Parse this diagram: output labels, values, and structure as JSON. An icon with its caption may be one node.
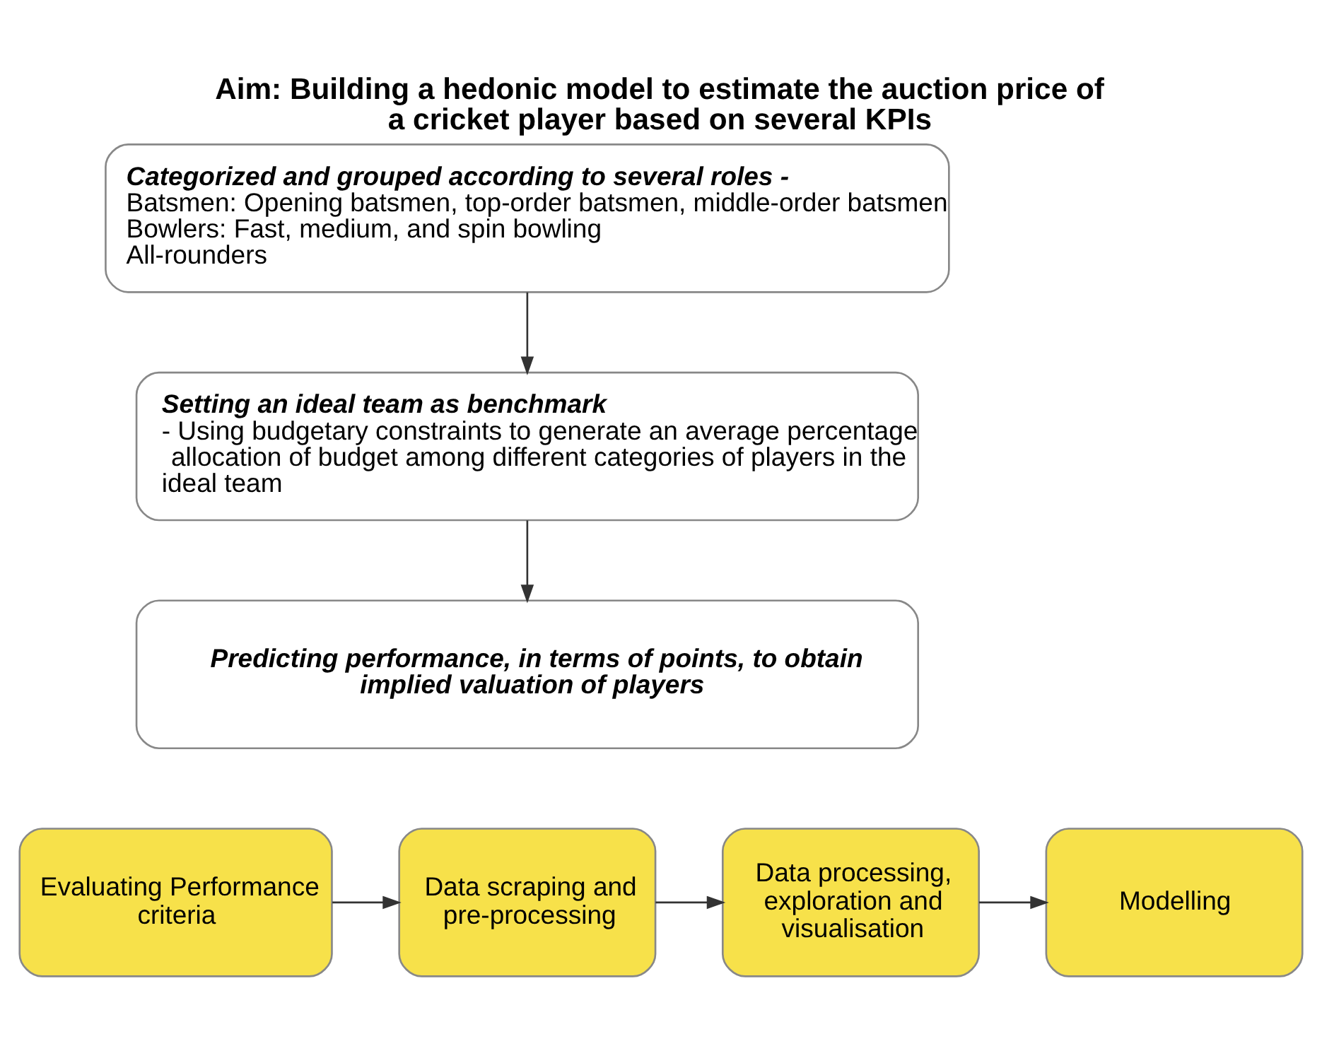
{
  "diagram": {
    "title": "Aim: Building a hedonic model to estimate the auction price of a cricket player based on several KPIs",
    "nodes": [
      {
        "text": [
          "Categorized and grouped according to several roles -",
          "Batsmen: Opening batsmen, top-order batsmen, middle-order batsmen",
          "Bowlers: Fast, medium, and spin bowling",
          "All-rounders"
        ]
      },
      {
        "text": [
          "Setting an ideal team as benchmark",
          "- Using budgetary constraints to generate an average percentage allocation of budget among different categories of players in the ideal team"
        ]
      },
      {
        "text": [
          "Predicting performance, in terms of points, to obtain implied valuation of players"
        ]
      },
      {
        "text": [
          "Evaluating Performance criteria"
        ]
      },
      {
        "text": [
          "Data scraping and pre-processing"
        ]
      },
      {
        "text": [
          "Data processing, exploration and visualisation"
        ]
      },
      {
        "text": [
          "Modelling"
        ]
      }
    ],
    "edges": [
      {
        "from": 0,
        "to": 1,
        "arrow": "to"
      },
      {
        "from": 1,
        "to": 2,
        "arrow": "to"
      },
      {
        "from": 3,
        "to": 4,
        "arrow": "to"
      },
      {
        "from": 4,
        "to": 5,
        "arrow": "to"
      },
      {
        "from": 5,
        "to": 6,
        "arrow": "to"
      }
    ]
  }
}
